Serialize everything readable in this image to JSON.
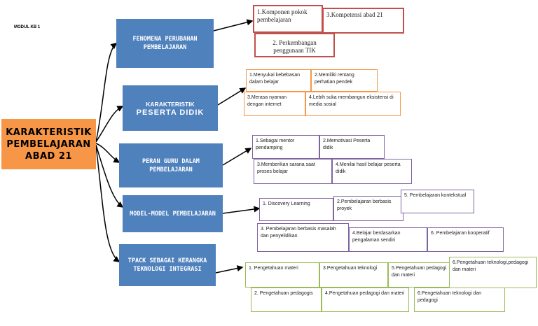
{
  "header": {
    "module_label": "MODUL KB 1"
  },
  "main_topic": "KARAKTERISTIK PEMBELAJARAN ABAD 21",
  "categories": [
    {
      "title": "FENOMENA PERUBAHAN PEMBELAJARAN",
      "items": [
        "1.Komponen pokok pembelajaran",
        "3.Kompetensi abad 21",
        "2. Perkembangan penggunaan TIK"
      ]
    },
    {
      "title_line1": "KARAKTERISTIK",
      "title_line2": "PESERTA DIDIK",
      "items": [
        "1.Menyukai kebebasan dalam belajar",
        "2.Memiliki rentang perhatian pendek",
        "3.Merasa nyaman dengan internet",
        "4.Lebih suka membangun eksistensi di media sosial"
      ]
    },
    {
      "title": "PERAN GURU DALAM PEMBELAJARAN",
      "items": [
        "1.Sebagai mentor pendamping",
        "2.Memotivasi Peserta didik",
        "3.Memberikan sarana saat proses belajar",
        "4.Menilai hasil belajar peserta didik"
      ]
    },
    {
      "title": "MODEL-MODEL PEMBELAJARAN",
      "items": [
        "1. Discovery Learning",
        "2.Pembelajaran berbasis proyek",
        "5. Pembelajaran kontekstual",
        "3. Pembelajaran berbasis masalah dan penyelidikan",
        "4.Belajar berdasarkan pengalaman sendiri",
        "6. Pembelajaran kooperatif"
      ]
    },
    {
      "title": "TPACK SEBAGAI KERANGKA TEKNOLOGI INTEGRASI",
      "items": [
        "1. Pengetahuan materi",
        "3.Pengetahuan teknologi",
        "5.Pengetahuan pedagogi dan materi",
        "6.Pengetahuan teknologi,pedagogi dan materi",
        "2. Pengetahuan pedagogis",
        "4.Pengetahuan pedagogi dan materi",
        "6.Pengetahuan teknologi dan pedagogi"
      ]
    }
  ],
  "colors": {
    "main_box": "#f79646",
    "category_box": "#4f81bd",
    "fenomena_border": "#c0504d",
    "peserta_border": "#f79646",
    "guru_model_border": "#8064a2",
    "tpack_border": "#9bbb59"
  }
}
